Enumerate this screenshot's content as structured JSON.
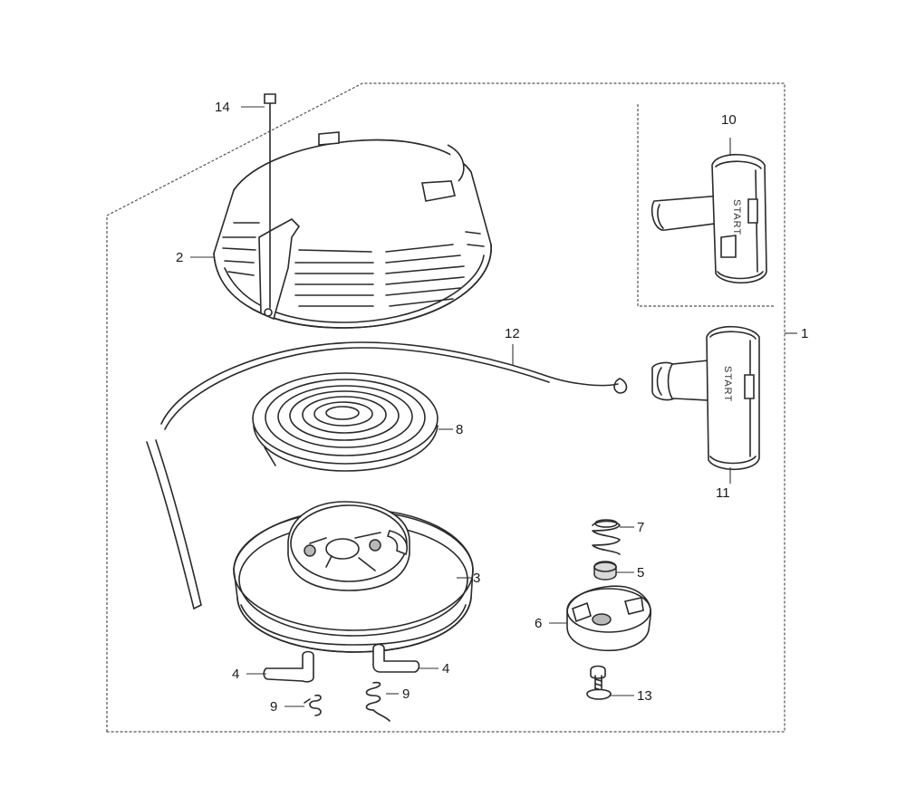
{
  "callouts": [
    {
      "id": "1",
      "text": "1"
    },
    {
      "id": "2",
      "text": "2"
    },
    {
      "id": "3",
      "text": "3"
    },
    {
      "id": "4a",
      "text": "4"
    },
    {
      "id": "4b",
      "text": "4"
    },
    {
      "id": "5",
      "text": "5"
    },
    {
      "id": "6",
      "text": "6"
    },
    {
      "id": "7",
      "text": "7"
    },
    {
      "id": "8",
      "text": "8"
    },
    {
      "id": "9a",
      "text": "9"
    },
    {
      "id": "9b",
      "text": "9"
    },
    {
      "id": "10",
      "text": "10"
    },
    {
      "id": "11",
      "text": "11"
    },
    {
      "id": "12",
      "text": "12"
    },
    {
      "id": "13",
      "text": "13"
    },
    {
      "id": "14",
      "text": "14"
    }
  ],
  "handle_embossing": "START"
}
